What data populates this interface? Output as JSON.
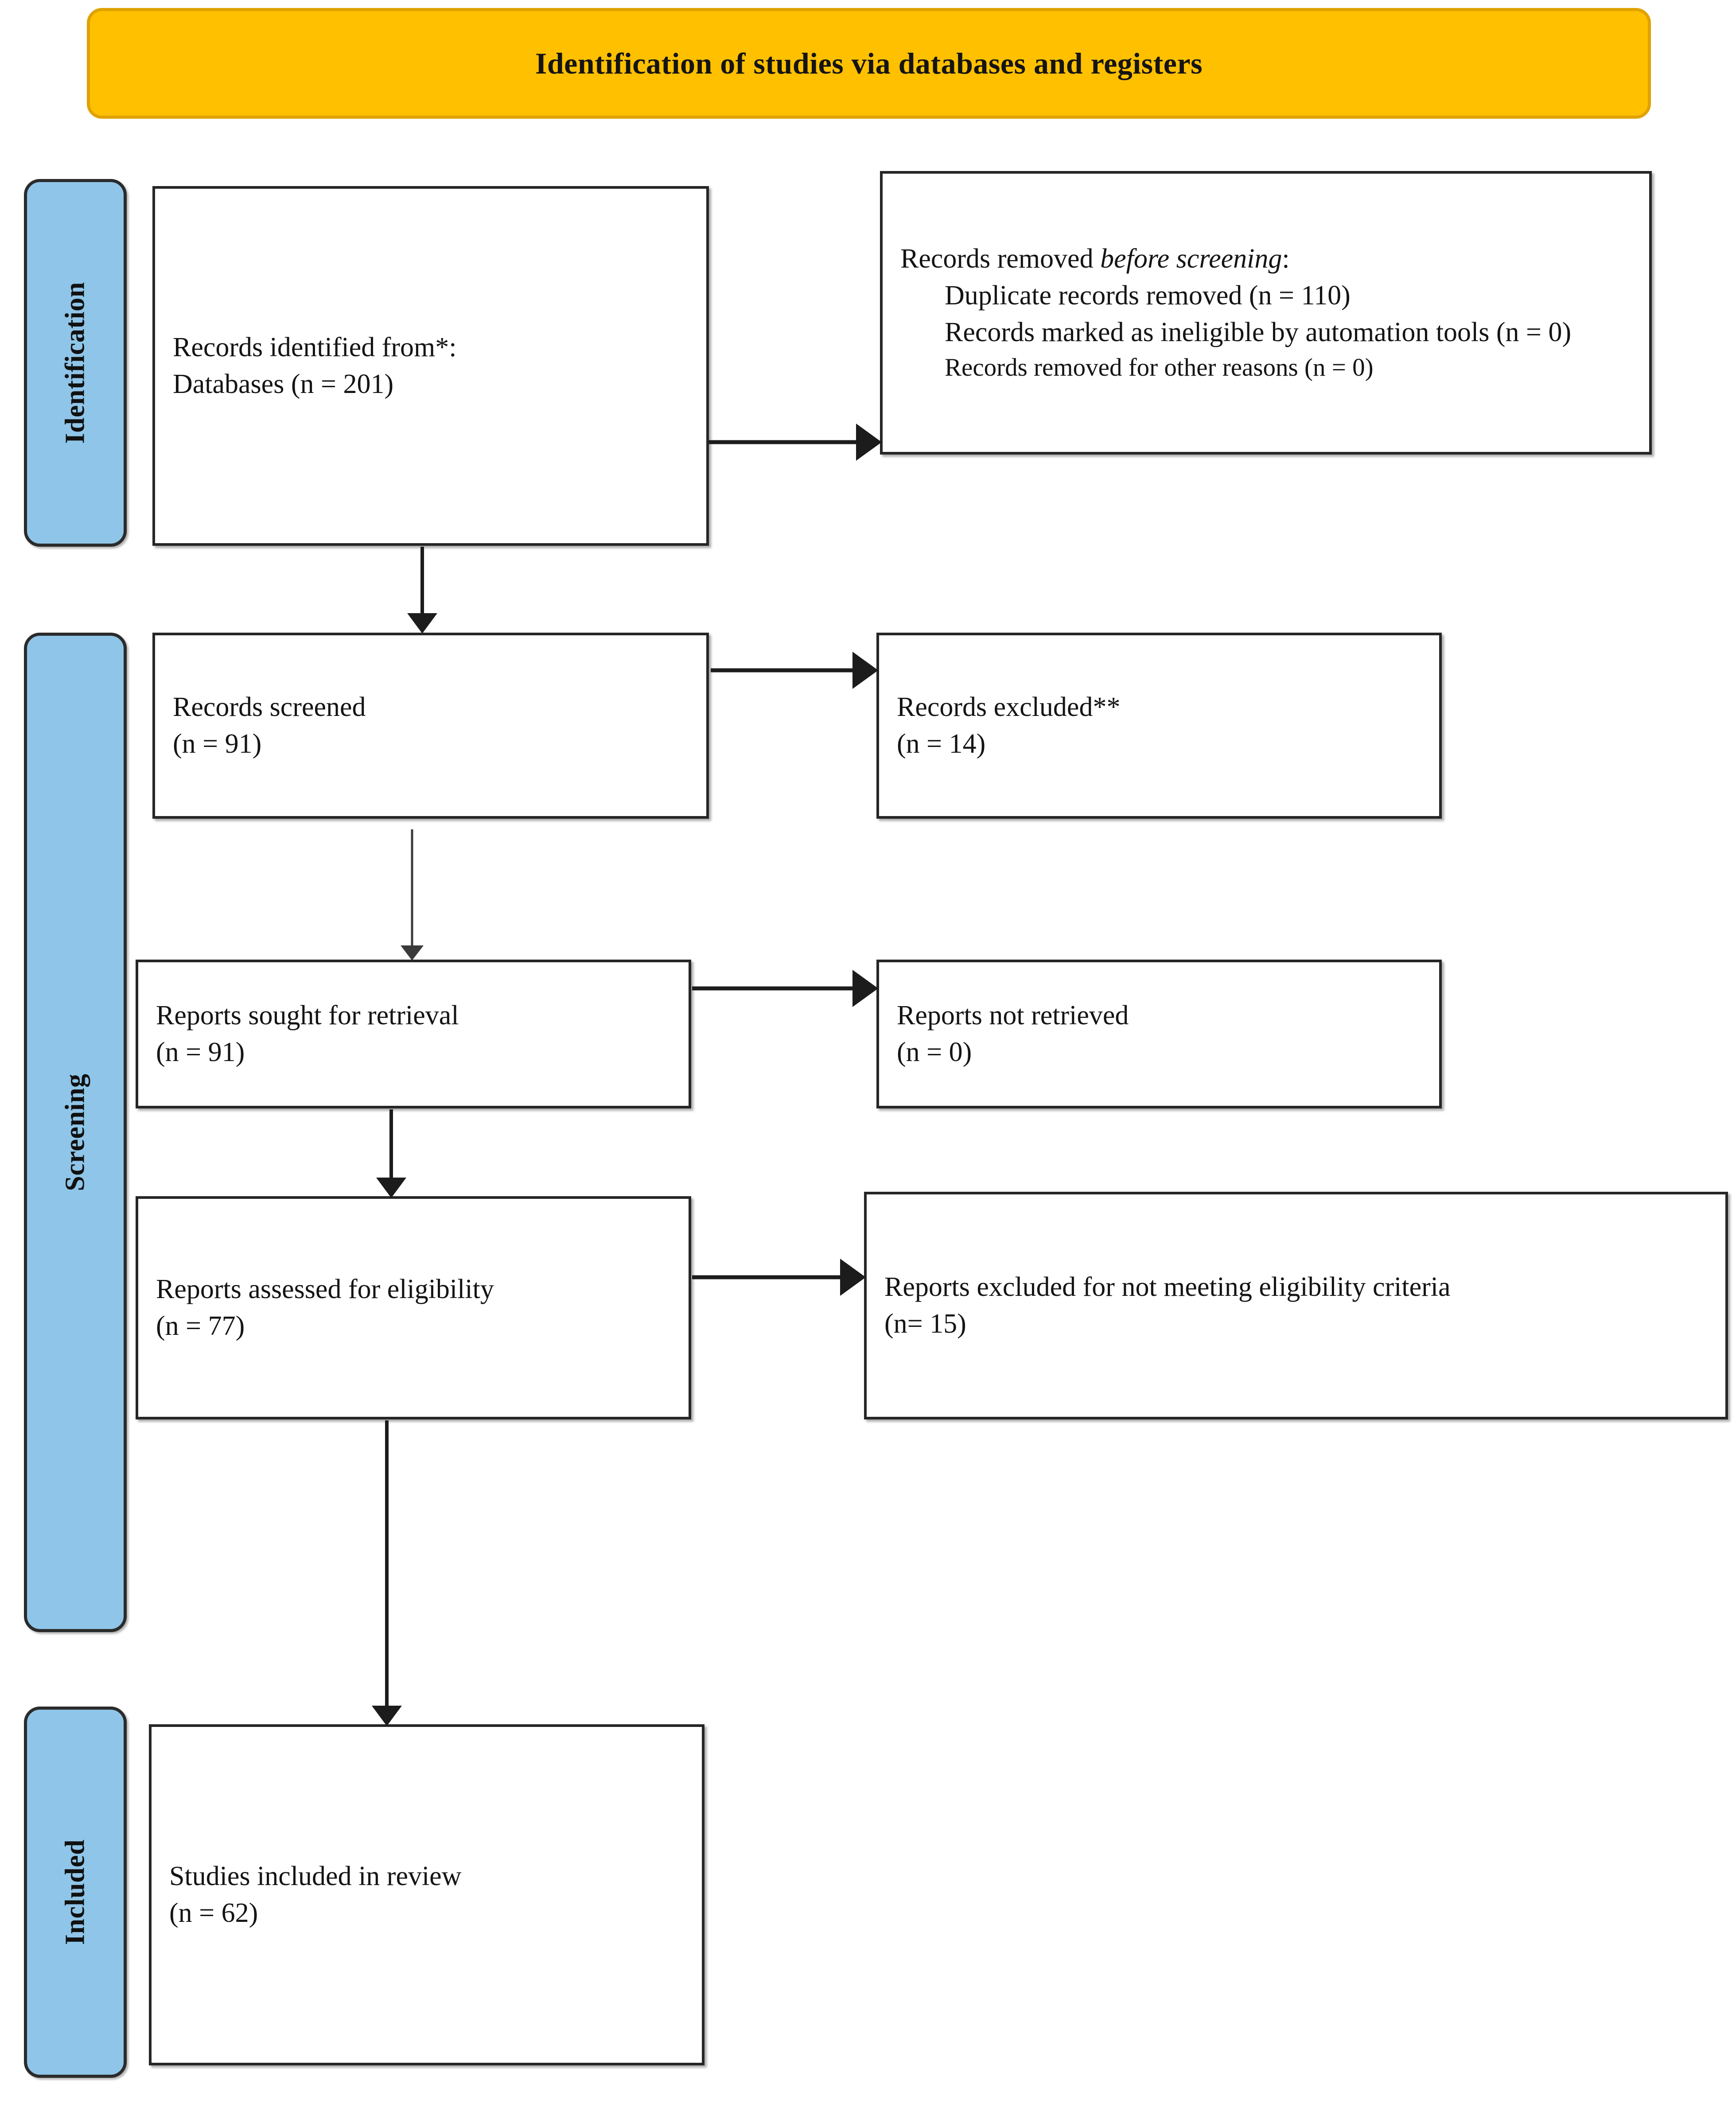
{
  "banner": {
    "title": "Identification of studies via databases and registers"
  },
  "stages": [
    {
      "id": "identification",
      "label": "Identification"
    },
    {
      "id": "screening",
      "label": "Screening"
    },
    {
      "id": "included",
      "label": "Included"
    }
  ],
  "boxes": {
    "identified": {
      "line1": "Records identified from*:",
      "line2": "Databases (n = 201)"
    },
    "removed": {
      "heading_prefix": "Records removed ",
      "heading_italic": "before screening",
      "heading_suffix": ":",
      "item1": "Duplicate records removed (n = 110)",
      "item2": "Records marked as ineligible by automation tools (n = 0)",
      "item3": "Records removed for other reasons (n = 0)"
    },
    "screened": {
      "line1": "Records screened",
      "line2": "(n = 91)"
    },
    "excluded": {
      "line1": "Records excluded**",
      "line2": " (n = 14)"
    },
    "sought": {
      "line1": "Reports sought for retrieval",
      "line2": "(n = 91)"
    },
    "not_retrieved": {
      "line1": "Reports not retrieved",
      "line2": "(n = 0)"
    },
    "assessed": {
      "line1": "Reports assessed for eligibility",
      "line2": "(n = 77)"
    },
    "excluded_eligibility": {
      "line1": "Reports excluded for not meeting eligibility criteria",
      "line2": "(n= 15)"
    },
    "included_review": {
      "line1": "Studies included in review",
      "line2": "(n = 62)"
    }
  },
  "colors": {
    "banner_fill": "#FFC000",
    "banner_border": "#E0A200",
    "stage_bar_fill": "#8FC5E8",
    "box_border": "#262626",
    "arrow": "#1C1C1C"
  },
  "chart_data": {
    "type": "diagram",
    "title": "Identification of studies via databases and registers",
    "nodes": [
      {
        "id": "identified",
        "stage": "Identification",
        "label": "Records identified from*: Databases",
        "n": 201
      },
      {
        "id": "removed",
        "stage": "Identification",
        "label": "Records removed before screening",
        "items": [
          {
            "label": "Duplicate records removed",
            "n": 110
          },
          {
            "label": "Records marked as ineligible by automation tools",
            "n": 0
          },
          {
            "label": "Records removed for other reasons",
            "n": 0
          }
        ]
      },
      {
        "id": "screened",
        "stage": "Screening",
        "label": "Records screened",
        "n": 91
      },
      {
        "id": "excluded",
        "stage": "Screening",
        "label": "Records excluded**",
        "n": 14
      },
      {
        "id": "sought",
        "stage": "Screening",
        "label": "Reports sought for retrieval",
        "n": 91
      },
      {
        "id": "not_retrieved",
        "stage": "Screening",
        "label": "Reports not retrieved",
        "n": 0
      },
      {
        "id": "assessed",
        "stage": "Screening",
        "label": "Reports assessed for eligibility",
        "n": 77
      },
      {
        "id": "excluded_eligibility",
        "stage": "Screening",
        "label": "Reports excluded for not meeting eligibility criteria",
        "n": 15
      },
      {
        "id": "included_review",
        "stage": "Included",
        "label": "Studies included in review",
        "n": 62
      }
    ],
    "edges": [
      {
        "from": "identified",
        "to": "removed",
        "direction": "right"
      },
      {
        "from": "identified",
        "to": "screened",
        "direction": "down"
      },
      {
        "from": "screened",
        "to": "excluded",
        "direction": "right"
      },
      {
        "from": "screened",
        "to": "sought",
        "direction": "down"
      },
      {
        "from": "sought",
        "to": "not_retrieved",
        "direction": "right"
      },
      {
        "from": "sought",
        "to": "assessed",
        "direction": "down"
      },
      {
        "from": "assessed",
        "to": "excluded_eligibility",
        "direction": "right"
      },
      {
        "from": "assessed",
        "to": "included_review",
        "direction": "down"
      }
    ]
  }
}
